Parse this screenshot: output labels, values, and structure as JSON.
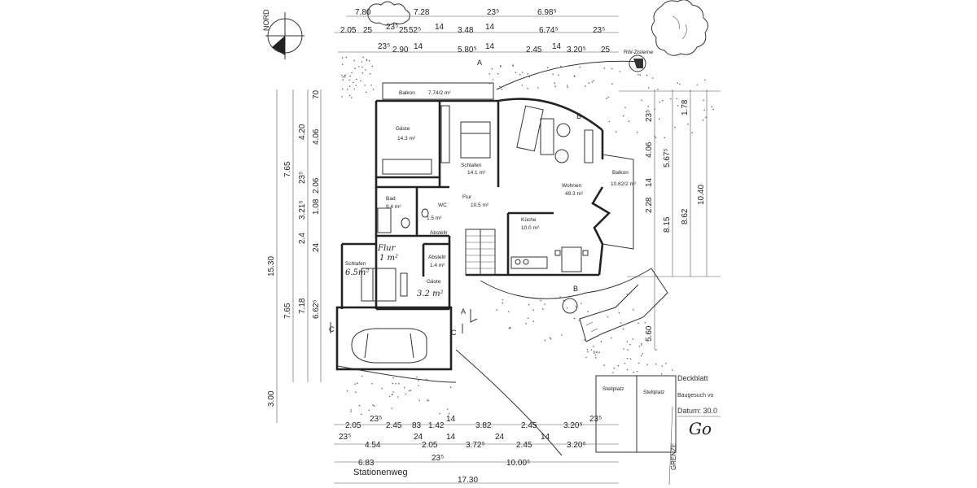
{
  "compass": {
    "label": "NORD"
  },
  "top_dims": {
    "row1": [
      "7.80",
      "7.28",
      "23⁵",
      "6.98⁵"
    ],
    "row2": [
      "2.05",
      "25",
      "23⁵",
      "25",
      "52⁵",
      "14",
      "3.48",
      "14",
      "6.74⁵",
      "23⁵"
    ],
    "row3": [
      "23⁵",
      "2.90",
      "14",
      "5.80⁵",
      "14",
      "2.45",
      "14",
      "3.20⁵",
      "25"
    ]
  },
  "left_dims": [
    "15.30",
    "7.65",
    "7.65",
    "4.20",
    "4.06",
    "23⁵",
    "70",
    "3.21⁵",
    "2.06",
    "1.08",
    "2.4",
    "24",
    "6.62⁵",
    "7.18",
    "3.00"
  ],
  "right_dims": [
    "4.06",
    "5.67⁵",
    "8.15",
    "8.62",
    "10.40",
    "2.28",
    "14",
    "1.78",
    "5.60",
    "23⁵"
  ],
  "bottom_dims": {
    "row1": [
      "2.05",
      "23⁵",
      "2.45",
      "83",
      "1.42",
      "14",
      "3.82",
      "2.45",
      "3.20⁵",
      "23⁵"
    ],
    "row2": [
      "23⁵",
      "4.54",
      "24",
      "2.05",
      "14",
      "3.72⁵",
      "24",
      "2.45",
      "14",
      "3.20⁵"
    ],
    "row3": [
      "6.83",
      "23⁵",
      "10.00⁵"
    ],
    "total": "17.30"
  },
  "rooms": {
    "balkon_top": {
      "name": "Balkon",
      "area": "7.74/2 m²"
    },
    "gaeste_top": {
      "name": "Gäste",
      "area": "14.3 m²"
    },
    "schlafen_main": {
      "name": "Schlafen",
      "area": "14.1 m²"
    },
    "wohnen": {
      "name": "Wohnen",
      "area": "49.3 m²"
    },
    "balkon_right": {
      "name": "Balkon",
      "area": "10.82/2 m²"
    },
    "bad": {
      "name": "Bad",
      "area": "9.4 m²"
    },
    "wc": {
      "name": "WC",
      "area": "1.5 m²"
    },
    "flur_main": {
      "name": "Flur",
      "area": "10.5 m²"
    },
    "kueche": {
      "name": "Küche",
      "area": "10.0 m²"
    },
    "abstellr_1": {
      "name": "Abstellr"
    },
    "abstellr_2": {
      "name": "Abstellr",
      "area": "1.4 m²"
    },
    "flur_small": {
      "name": "Flur",
      "area": "1 m²"
    },
    "schlafen_small": {
      "name": "Schlafen",
      "area": "6.5m²"
    },
    "gaeste_small": {
      "name": "Gäste",
      "area": "3.2 m²"
    }
  },
  "section_marks": [
    "A",
    "B",
    "B",
    "C",
    "C",
    "A"
  ],
  "feature_label": "RW-Zisterne",
  "parking": {
    "left": "Stellplatz",
    "right": "Stellplatz"
  },
  "stamp": {
    "title": "Deckblatt",
    "line1": "Baugesuch vo",
    "line2": "Datum: 30.0",
    "signature": "Go"
  },
  "boundary_label": "GRENZE",
  "street": "Stationenweg"
}
